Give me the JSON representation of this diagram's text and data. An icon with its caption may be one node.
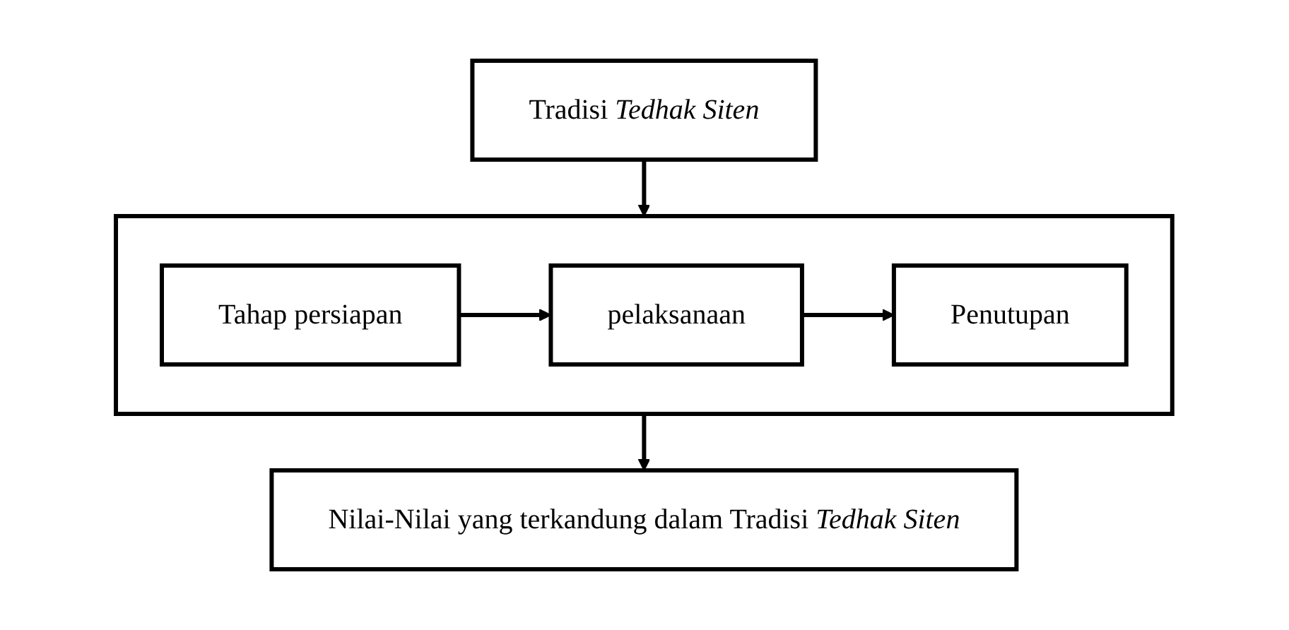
{
  "diagram": {
    "nodes": [
      {
        "text": [
          "Tradisi *Tedhak Siten*"
        ]
      },
      {
        "text": [],
        "shape": "box"
      },
      {
        "text": [
          "Tahap persiapan"
        ],
        "in": 1
      },
      {
        "text": [
          "pelaksanaan"
        ],
        "in": 1
      },
      {
        "text": [
          "Penutupan"
        ],
        "in": 1
      },
      {
        "text": [
          "Nilai-Nilai yang terkandung dalam Tradisi *Tedhak Siten*"
        ]
      }
    ],
    "edges": [
      {
        "from": 0,
        "to": 1,
        "arrow": "to"
      },
      {
        "from": 2,
        "to": 3,
        "arrow": "to"
      },
      {
        "from": 3,
        "to": 4,
        "arrow": "to"
      },
      {
        "from": 1,
        "to": 5,
        "arrow": "to"
      }
    ]
  }
}
